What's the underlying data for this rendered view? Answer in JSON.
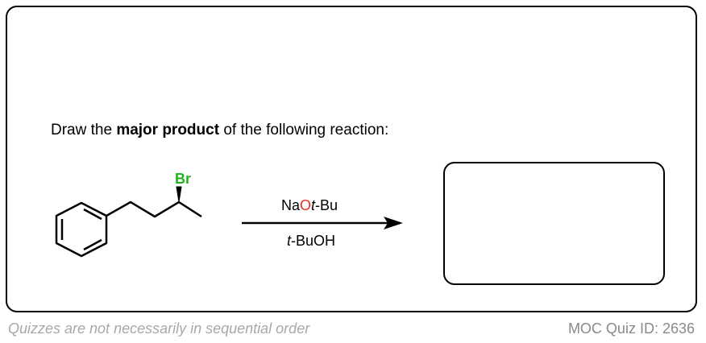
{
  "question": {
    "prefix": "Draw the ",
    "bold": "major product",
    "suffix": " of the following reaction:"
  },
  "molecule": {
    "substituent_label": "Br",
    "substituent_color": "#22b41e"
  },
  "reagents": {
    "above": {
      "na": "Na",
      "o": "O",
      "t": "t",
      "rest": "-Bu",
      "o_color": "#e8321e"
    },
    "below": {
      "t": "t",
      "rest": "-BuOH"
    }
  },
  "footer": {
    "note": "Quizzes are not necessarily in sequential order",
    "quiz_id": "MOC Quiz ID: 2636"
  }
}
